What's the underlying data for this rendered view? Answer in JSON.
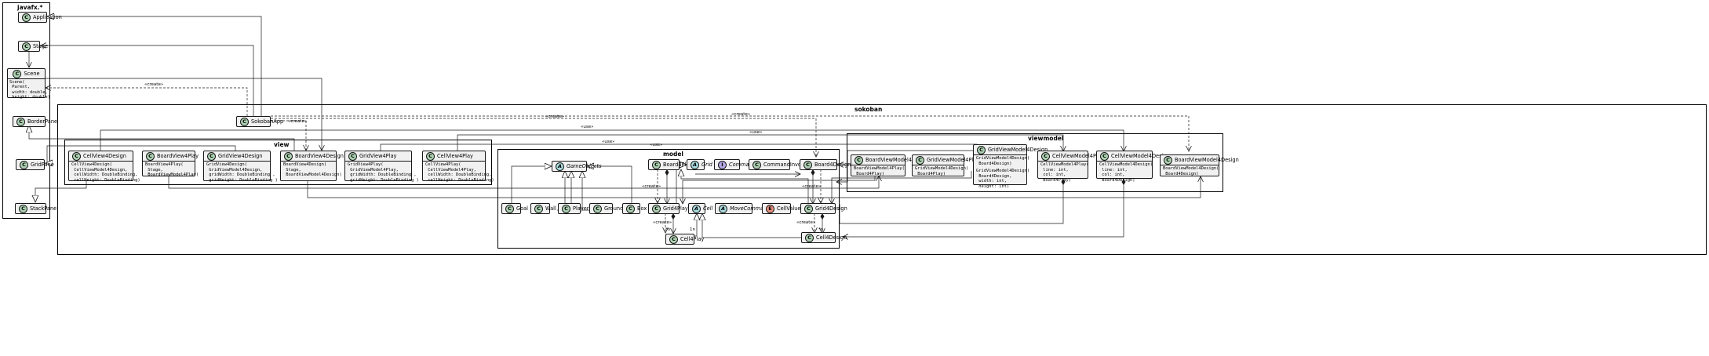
{
  "packages": {
    "javafx": "javafx.*",
    "sokoban": "sokoban",
    "view": "view",
    "model": "model",
    "viewmodel": "viewmodel"
  },
  "classes": {
    "application": "Application",
    "stage": "Stage",
    "scene": "Scene",
    "scene_ctor": [
      "Scene(",
      " Parent,",
      " width: double,",
      " height: double)"
    ],
    "borderpane": "BorderPane",
    "gridpane": "GridPane",
    "stackpane": "StackPane",
    "sokobanapp": "SokobanApp",
    "cellview4design": "CellView4Design",
    "cellview4design_ctor": [
      "CellView4Design(",
      " CellViewModel4Design,",
      " cellWidth: DoubleBinding,",
      " cellHeight: DoubleBinding)"
    ],
    "boardview4play": "BoardView4Play",
    "boardview4play_ctor": [
      "BoardView4Play(",
      " Stage,",
      " BoardViewModel4Play)"
    ],
    "gridview4design": "GridView4Design",
    "gridview4design_ctor": [
      "GridView4Design(",
      " GridViewModel4Design,",
      " gridWidth: DoubleBinding ,",
      " gridHeight: DoubleBinding )"
    ],
    "boardview4design": "BoardView4Design",
    "boardview4design_ctor": [
      "BoardView4Design(",
      " Stage,",
      " BoardViewModel4Design)"
    ],
    "gridview4play": "GridView4Play",
    "gridview4play_ctor": [
      "GridView4Play(",
      " GridViewModel4Play,",
      " gridWidth: DoubleBinding ,",
      " gridHeight: DoubleBinding )"
    ],
    "cellview4play": "CellView4Play",
    "cellview4play_ctor": [
      "CellView4Play(",
      " CellViewModel4Play,",
      " cellWidth: DoubleBinding,",
      " cellHeight: DoubleBinding)"
    ],
    "gameobjects": "GameObjects",
    "board4play": "Board4Play",
    "grid": "Grid",
    "command": "Command",
    "commandinvoker": "CommandInvoker",
    "board4design": "Board4Design",
    "goal": "Goal",
    "wall": "Wall",
    "player": "Player",
    "ground": "Ground",
    "box": "Box",
    "grid4play": "Grid4Play",
    "cell": "Cell",
    "movecommands": "MoveCommands",
    "cellvalue": "CellValue",
    "grid4design": "Grid4Design",
    "cell4play": "Cell4Play",
    "cell4design": "Cell4Design",
    "boardviewmodel4play": "BoardViewModel4Play",
    "boardviewmodel4play_ctor": [
      "BoardViewModel4Play(",
      " Board4Play)"
    ],
    "gridviewmodel4play": "GridViewModel4Play",
    "gridviewmodel4play_ctor": [
      "GridViewModel4Design(",
      " Board4Play)"
    ],
    "gridviewmodel4design": "GridViewModel4Design",
    "gridviewmodel4design_ctor1": [
      "GridViewModel4Design(",
      " Board4Design)"
    ],
    "gridviewmodel4design_ctor2": [
      "GridViewModel4Design(",
      " Board4Design,",
      " width: int,",
      " height: int)"
    ],
    "cellviewmodel4play": "CellViewModel4Play",
    "cellviewmodel4play_ctor": [
      "CellViewModel4Play(",
      " line: int,",
      " col: int,",
      " Board4Play)"
    ],
    "cellviewmodel4design": "CellViewModel4Design",
    "cellviewmodel4design_ctor": [
      "CellViewModel4Design(",
      " line: int,",
      " col: int,",
      " Board4Design)"
    ],
    "boardviewmodel4design": "BoardViewModel4Design",
    "boardviewmodel4design_ctor": [
      "BoardViewModel4Design(",
      " Board4Design)"
    ]
  },
  "edge_labels": {
    "create": "«create»",
    "use": "«use»",
    "mult_n": "*n",
    "mult_1n": "1n"
  },
  "colors": {
    "class_bg": "#f1f1f1",
    "class_badge": "#add1b2",
    "abstract_badge": "#a9dcdf",
    "interface_badge": "#b4a7e5",
    "enum_badge": "#eb937f"
  }
}
